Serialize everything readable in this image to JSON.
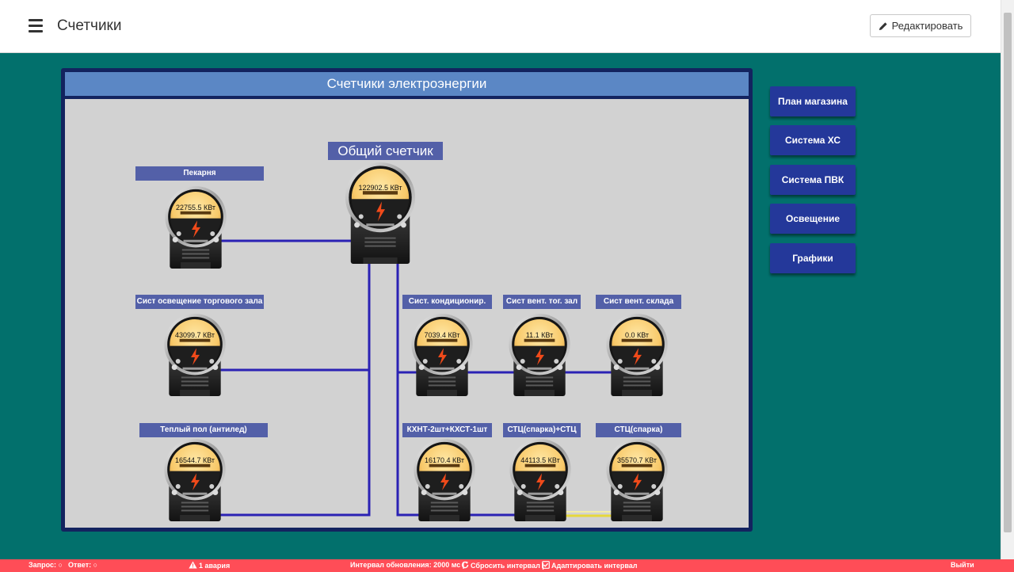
{
  "header": {
    "title": "Счетчики",
    "edit_label": "Редактировать"
  },
  "panel": {
    "title": "Счетчики электроэнергии"
  },
  "meters": [
    {
      "id": "main",
      "label": "Общий счетчик",
      "reading": "122902.5 КВт"
    },
    {
      "id": "bakery",
      "label": "Пекарня",
      "reading": "22755.5 КВт"
    },
    {
      "id": "sales-light",
      "label": "Сист освещение торгового зала",
      "reading": "43099.7 КВт"
    },
    {
      "id": "warm-floor",
      "label": "Теплый пол (антилед)",
      "reading": "16544.7 КВт"
    },
    {
      "id": "aircon",
      "label": "Сист. кондиционир.",
      "reading": "7039.4 КВт"
    },
    {
      "id": "vent-hall",
      "label": "Сист вент. тог. зал",
      "reading": "11.1 КВт"
    },
    {
      "id": "vent-store",
      "label": "Сист вент. склада",
      "reading": "0.0 КВт"
    },
    {
      "id": "khnt",
      "label": "КХНТ-2шт+КХСТ-1шт",
      "reading": "16170.4 КВт"
    },
    {
      "id": "stc-pair",
      "label": "СТЦ(спарка)+СТЦ",
      "reading": "44113.5 КВт"
    },
    {
      "id": "stc",
      "label": "СТЦ(спарка)",
      "reading": "35570.7 КВт"
    }
  ],
  "sidebar": {
    "buttons": [
      "План магазина",
      "Система ХС",
      "Система ПВК",
      "Освещение",
      "Графики"
    ]
  },
  "status": {
    "request": "Запрос:",
    "response": "Ответ:",
    "alarm": "1 авария",
    "interval": "Интервал обновления: 2000 мс |",
    "reset": "Сбросить интервал |",
    "adapt": "Адаптировать интервал",
    "logout": "Выйти"
  },
  "colors": {
    "background": "#02706c",
    "panel_border": "#13235f",
    "panel_header": "#5b87c5",
    "label": "#5360a8",
    "wire": "#2b22b4",
    "wire_alt": "#f4ec47",
    "side_button": "#24389a",
    "status_bar": "#ff4d57"
  },
  "icons": [
    "hamburger-icon",
    "pencil-icon",
    "warning-icon",
    "refresh-icon",
    "check-square-icon",
    "bolt-icon"
  ]
}
